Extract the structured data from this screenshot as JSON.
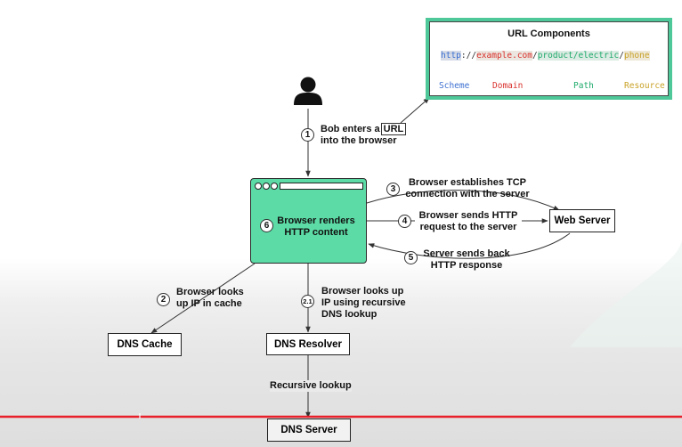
{
  "url_panel": {
    "title": "URL Components",
    "scheme": "http",
    "sep1": "://",
    "domain": "example.com",
    "sep2": "/",
    "path": "product/electric",
    "sep3": "/",
    "resource": "phone",
    "labels": {
      "scheme": "Scheme",
      "domain": "Domain",
      "path": "Path",
      "resource": "Resource"
    }
  },
  "colors": {
    "browser_fill": "#5cdba6",
    "panel_border": "#4ec898",
    "scheme": "#3b6fd1",
    "domain": "#d9302b",
    "path": "#1faa6b",
    "resource": "#c9a227"
  },
  "steps": {
    "s1": {
      "num": "1",
      "line1": "Bob enters a",
      "url_word": "URL",
      "line2": "into the browser"
    },
    "s2": {
      "num": "2",
      "line1": "Browser looks",
      "line2": "up IP in cache"
    },
    "s21": {
      "num": "2.1",
      "line1": "Browser looks up",
      "line2": "IP using recursive",
      "line3": "DNS lookup"
    },
    "s3": {
      "num": "3",
      "line1": "Browser establishes TCP",
      "line2": "connection with the server"
    },
    "s4": {
      "num": "4",
      "line1": "Browser sends HTTP",
      "line2": "request to the server"
    },
    "s5": {
      "num": "5",
      "line1": "Server sends back",
      "line2": "HTTP response"
    },
    "s6": {
      "num": "6",
      "line1": "Browser renders",
      "line2": "HTTP content"
    }
  },
  "boxes": {
    "web_server": "Web Server",
    "dns_cache": "DNS Cache",
    "dns_resolver": "DNS Resolver",
    "dns_server": "DNS Server"
  },
  "edge_labels": {
    "recursive": "Recursive lookup"
  }
}
